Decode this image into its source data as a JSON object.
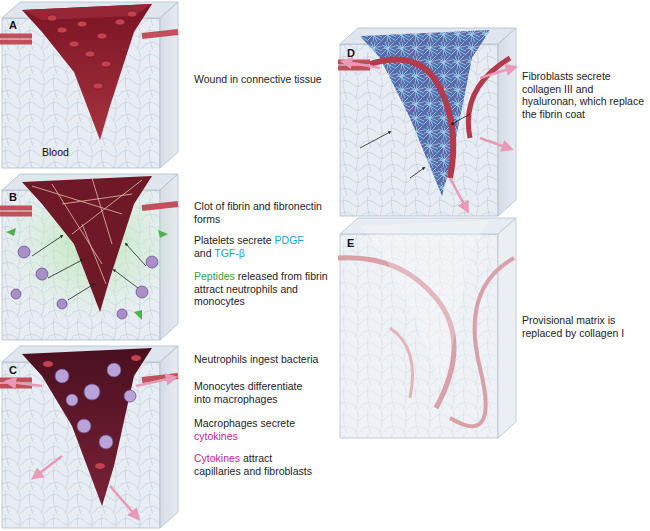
{
  "diagram": {
    "labels": [
      "A",
      "Blood",
      "Wound in connective tissue",
      "B",
      "Clot of fibrin and fibronectin forms",
      "Platelets secrete",
      "PDGF",
      "and",
      "TGF-β",
      "Peptides",
      "released from fibrin attract neutrophils and monocytes",
      "C",
      "Neutrophils ingest bacteria",
      "Monocytes differentiate into macrophages",
      "Macrophages secrete",
      "cytokines",
      "Cytokines",
      "attract capillaries and fibroblasts",
      "D",
      "Fibroblasts secrete collagen III and hyaluronan, which replace the fibrin coat",
      "E",
      "Provisional matrix is replaced by collagen I"
    ]
  }
}
